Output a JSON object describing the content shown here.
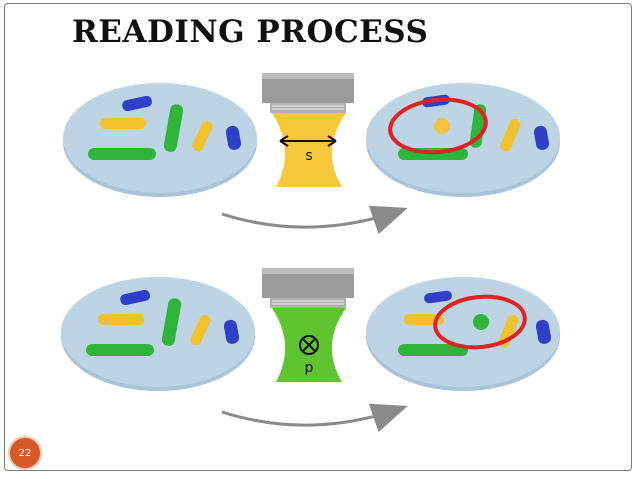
{
  "title": "READING PROCESS",
  "page_number": "22",
  "rows": [
    {
      "probe_label": "s",
      "beam_color": "#f7c83a",
      "highlight_dot_color": "#f3c23e"
    },
    {
      "probe_label": "p",
      "beam_color": "#5fc52e",
      "highlight_dot_color": "#2fb53a"
    }
  ],
  "colors": {
    "dish": "#b9d2e2",
    "dish_edge": "#a4c0d4",
    "yellow_rod": "#f2c12e",
    "green_rod": "#2fb53a",
    "blue_rod": "#2f3fc8",
    "highlight_ring": "#e22222",
    "arrow": "#8a8a8a",
    "probe_body": "#9b9b9b"
  }
}
